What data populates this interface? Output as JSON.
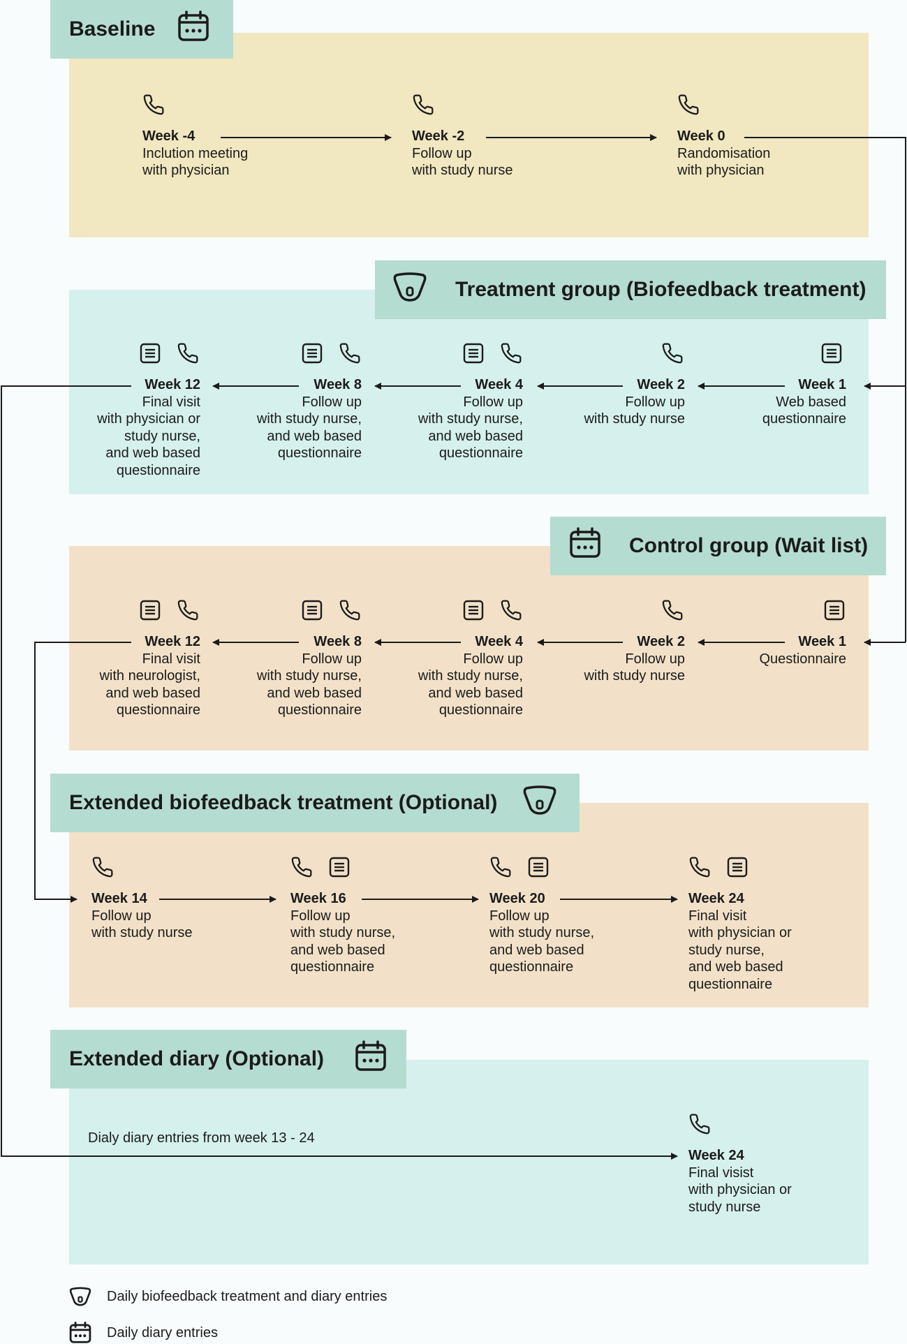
{
  "sections": {
    "baseline": {
      "title": "Baseline",
      "icon": "calendar-icon",
      "steps": [
        {
          "week": "Week -4",
          "lines": [
            "Inclution meeting",
            "with physician"
          ],
          "icons": [
            "phone-icon"
          ]
        },
        {
          "week": "Week -2",
          "lines": [
            "Follow up",
            "with study nurse"
          ],
          "icons": [
            "phone-icon"
          ]
        },
        {
          "week": "Week 0",
          "lines": [
            "Randomisation",
            "with physician"
          ],
          "icons": [
            "phone-icon"
          ]
        }
      ]
    },
    "treatment": {
      "title": "Treatment group (Biofeedback treatment)",
      "icon": "biofeedback-device-icon",
      "steps": [
        {
          "week": "Week 12",
          "lines": [
            "Final visit",
            "with physician or",
            "study nurse,",
            "and web based",
            "questionnaire"
          ],
          "icons": [
            "questionnaire-icon",
            "phone-icon"
          ]
        },
        {
          "week": "Week 8",
          "lines": [
            "Follow up",
            "with study nurse,",
            "and web based",
            "questionnaire"
          ],
          "icons": [
            "questionnaire-icon",
            "phone-icon"
          ]
        },
        {
          "week": "Week 4",
          "lines": [
            "Follow up",
            "with study nurse,",
            "and web based",
            "questionnaire"
          ],
          "icons": [
            "questionnaire-icon",
            "phone-icon"
          ]
        },
        {
          "week": "Week 2",
          "lines": [
            "Follow up",
            "with study nurse"
          ],
          "icons": [
            "phone-icon"
          ]
        },
        {
          "week": "Week 1",
          "lines": [
            "Web based",
            "questionnaire"
          ],
          "icons": [
            "questionnaire-icon"
          ]
        }
      ]
    },
    "control": {
      "title": "Control group (Wait list)",
      "icon": "calendar-icon",
      "steps": [
        {
          "week": "Week 12",
          "lines": [
            "Final visit",
            "with neurologist,",
            "and web based",
            "questionnaire"
          ],
          "icons": [
            "questionnaire-icon",
            "phone-icon"
          ]
        },
        {
          "week": "Week 8",
          "lines": [
            "Follow up",
            "with study nurse,",
            "and web based",
            "questionnaire"
          ],
          "icons": [
            "questionnaire-icon",
            "phone-icon"
          ]
        },
        {
          "week": "Week 4",
          "lines": [
            "Follow up",
            "with study nurse,",
            "and web based",
            "questionnaire"
          ],
          "icons": [
            "questionnaire-icon",
            "phone-icon"
          ]
        },
        {
          "week": "Week 2",
          "lines": [
            "Follow up",
            "with study nurse"
          ],
          "icons": [
            "phone-icon"
          ]
        },
        {
          "week": "Week 1",
          "lines": [
            "Questionnaire"
          ],
          "icons": [
            "questionnaire-icon"
          ]
        }
      ]
    },
    "extended_treatment": {
      "title": "Extended biofeedback treatment (Optional)",
      "icon": "biofeedback-device-icon",
      "steps": [
        {
          "week": "Week 14",
          "lines": [
            "Follow up",
            "with study nurse"
          ],
          "icons": [
            "phone-icon"
          ]
        },
        {
          "week": "Week 16",
          "lines": [
            "Follow up",
            "with study nurse,",
            "and web based",
            "questionnaire"
          ],
          "icons": [
            "phone-icon",
            "questionnaire-icon"
          ]
        },
        {
          "week": "Week 20",
          "lines": [
            "Follow up",
            "with study nurse,",
            "and web based",
            "questionnaire"
          ],
          "icons": [
            "phone-icon",
            "questionnaire-icon"
          ]
        },
        {
          "week": "Week 24",
          "lines": [
            "Final visit",
            "with physician or",
            "study nurse,",
            "and web based",
            "questionnaire"
          ],
          "icons": [
            "phone-icon",
            "questionnaire-icon"
          ]
        }
      ]
    },
    "extended_diary": {
      "title": "Extended diary (Optional)",
      "icon": "calendar-icon",
      "note": "Dialy diary entries from week 13 - 24",
      "steps": [
        {
          "week": "Week 24",
          "lines": [
            "Final visist",
            "with physician or",
            "study nurse"
          ],
          "icons": [
            "phone-icon"
          ]
        }
      ]
    }
  },
  "legend": [
    {
      "icon": "biofeedback-device-icon",
      "label": "Daily biofeedback treatment and diary entries"
    },
    {
      "icon": "calendar-icon",
      "label": "Daily diary entries"
    }
  ],
  "colors": {
    "baseline_panel": "#f1e7c0",
    "teal_panel": "#d5f0ed",
    "peach_panel": "#f2e1c8",
    "tab": "#b5dcd0",
    "ink": "#1b1b1b"
  }
}
